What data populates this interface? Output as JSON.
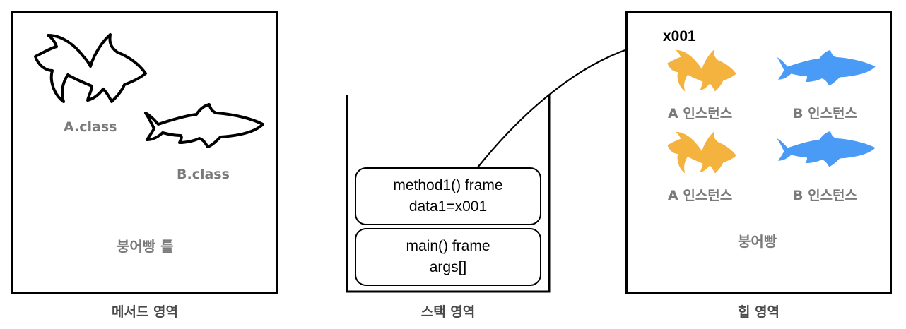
{
  "method_area": {
    "class_a": "A.class",
    "class_b": "B.class",
    "title": "붕어빵 틀",
    "caption": "메서드 영역"
  },
  "stack_area": {
    "frames": [
      {
        "line1": "method1() frame",
        "line2": "data1=x001"
      },
      {
        "line1": "main() frame",
        "line2": "args[]"
      }
    ],
    "caption": "스택 영역"
  },
  "heap_area": {
    "address": "x001",
    "instances": [
      "A 인스턴스",
      "B 인스턴스",
      "A 인스턴스",
      "B 인스턴스"
    ],
    "title": "붕어빵",
    "caption": "힙 영역"
  },
  "colors": {
    "goldfish": "#F4B23E",
    "trout": "#4A9BF6",
    "label_gray": "#7a7a7a"
  }
}
